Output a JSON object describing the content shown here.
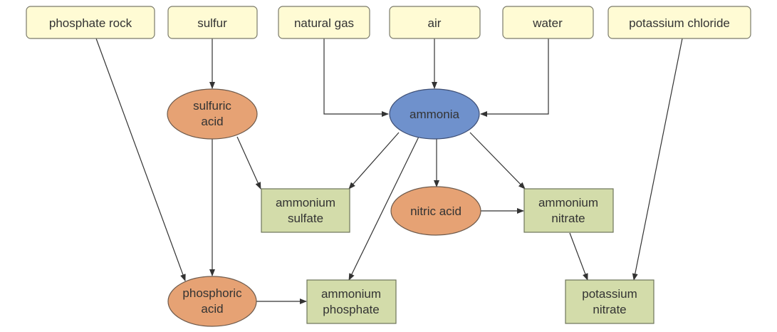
{
  "nodes": {
    "phosphate_rock": "phosphate rock",
    "sulfur": "sulfur",
    "natural_gas": "natural gas",
    "air": "air",
    "water": "water",
    "potassium_chloride": "potassium chloride",
    "sulfuric_acid": [
      "sulfuric",
      "acid"
    ],
    "ammonia": "ammonia",
    "nitric_acid": "nitric acid",
    "ammonium_sulfate": [
      "ammonium",
      "sulfate"
    ],
    "ammonium_nitrate": [
      "ammonium",
      "nitrate"
    ],
    "phosphoric_acid": [
      "phosphoric",
      "acid"
    ],
    "ammonium_phosphate": [
      "ammonium",
      "phosphate"
    ],
    "potassium_nitrate": [
      "potassium",
      "nitrate"
    ]
  },
  "colors": {
    "raw_material": "#fffbd4",
    "intermediate": "#e6a274",
    "ammonia": "#6f91cc",
    "product": "#d3dcaa"
  },
  "edges": [
    [
      "phosphate_rock",
      "phosphoric_acid"
    ],
    [
      "sulfur",
      "sulfuric_acid"
    ],
    [
      "natural_gas",
      "ammonia"
    ],
    [
      "air",
      "ammonia"
    ],
    [
      "water",
      "ammonia"
    ],
    [
      "potassium_chloride",
      "potassium_nitrate"
    ],
    [
      "sulfuric_acid",
      "ammonium_sulfate"
    ],
    [
      "sulfuric_acid",
      "phosphoric_acid"
    ],
    [
      "ammonia",
      "ammonium_sulfate"
    ],
    [
      "ammonia",
      "ammonium_phosphate"
    ],
    [
      "ammonia",
      "nitric_acid"
    ],
    [
      "ammonia",
      "ammonium_nitrate"
    ],
    [
      "nitric_acid",
      "ammonium_nitrate"
    ],
    [
      "phosphoric_acid",
      "ammonium_phosphate"
    ],
    [
      "ammonium_nitrate",
      "potassium_nitrate"
    ]
  ]
}
